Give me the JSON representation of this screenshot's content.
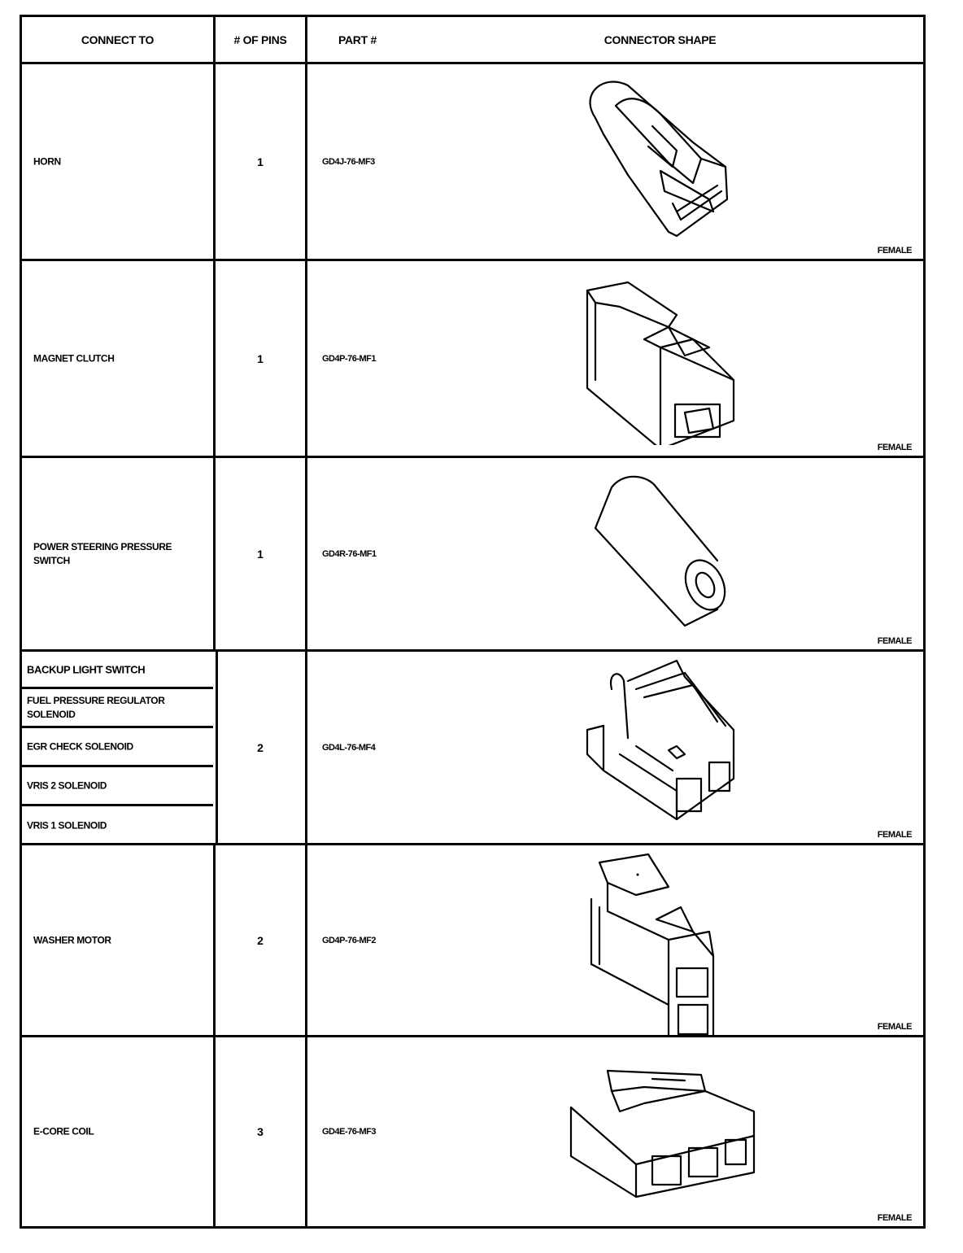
{
  "headers": {
    "connect_to": "CONNECT TO",
    "pins": "# OF PINS",
    "part": "PART #",
    "shape": "CONNECTOR SHAPE"
  },
  "rows": [
    {
      "connect_to": "HORN",
      "pins": "1",
      "part": "GD4J-76-MF3",
      "gender": "FEMALE",
      "shape_icon": "cylindrical-1-pin-connector-icon"
    },
    {
      "connect_to": "MAGNET CLUTCH",
      "pins": "1",
      "part": "GD4P-76-MF1",
      "gender": "FEMALE",
      "shape_icon": "box-1-pin-connector-icon"
    },
    {
      "connect_to": "POWER STEERING PRESSURE SWITCH",
      "pins": "1",
      "part": "GD4R-76-MF1",
      "gender": "FEMALE",
      "shape_icon": "round-1-pin-connector-icon"
    },
    {
      "connect_to": [
        "BACKUP LIGHT SWITCH",
        "FUEL PRESSURE REGULATOR SOLENOID",
        "EGR CHECK SOLENOID",
        "VRIS 2 SOLENOID",
        "VRIS 1 SOLENOID"
      ],
      "pins": "2",
      "part": "GD4L-76-MF4",
      "gender": "FEMALE",
      "shape_icon": "latched-2-pin-connector-icon"
    },
    {
      "connect_to": "WASHER MOTOR",
      "pins": "2",
      "part": "GD4P-76-MF2",
      "gender": "FEMALE",
      "shape_icon": "stacked-2-pin-connector-icon"
    },
    {
      "connect_to": "E-CORE COIL",
      "pins": "3",
      "part": "GD4E-76-MF3",
      "gender": "FEMALE",
      "shape_icon": "flat-3-pin-connector-icon"
    }
  ]
}
